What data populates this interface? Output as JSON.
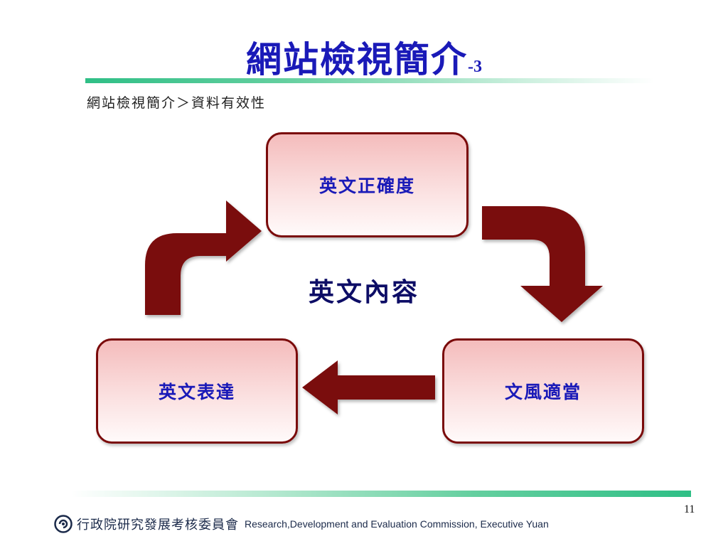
{
  "slide": {
    "title": "網站檢視簡介",
    "title_suffix": "-3",
    "breadcrumb": "網站檢視簡介＞資料有效性",
    "page_number": "11"
  },
  "diagram": {
    "center_label": "英文內容",
    "nodes": {
      "top": "英文正確度",
      "bottom_right": "文風適當",
      "bottom_left": "英文表達"
    },
    "colors": {
      "arrow": "#7a0a0a",
      "box_border": "#7a0a0a",
      "box_fill_top": "#f4bcbc",
      "node_text": "#1a1ab8",
      "center_text": "#0d0d66"
    }
  },
  "footer": {
    "org_name_zh": "行政院研究發展考核委員會",
    "org_name_en": "Research,Development and Evaluation Commission, Executive Yuan",
    "logo_icon": "rdec-logo-icon"
  }
}
